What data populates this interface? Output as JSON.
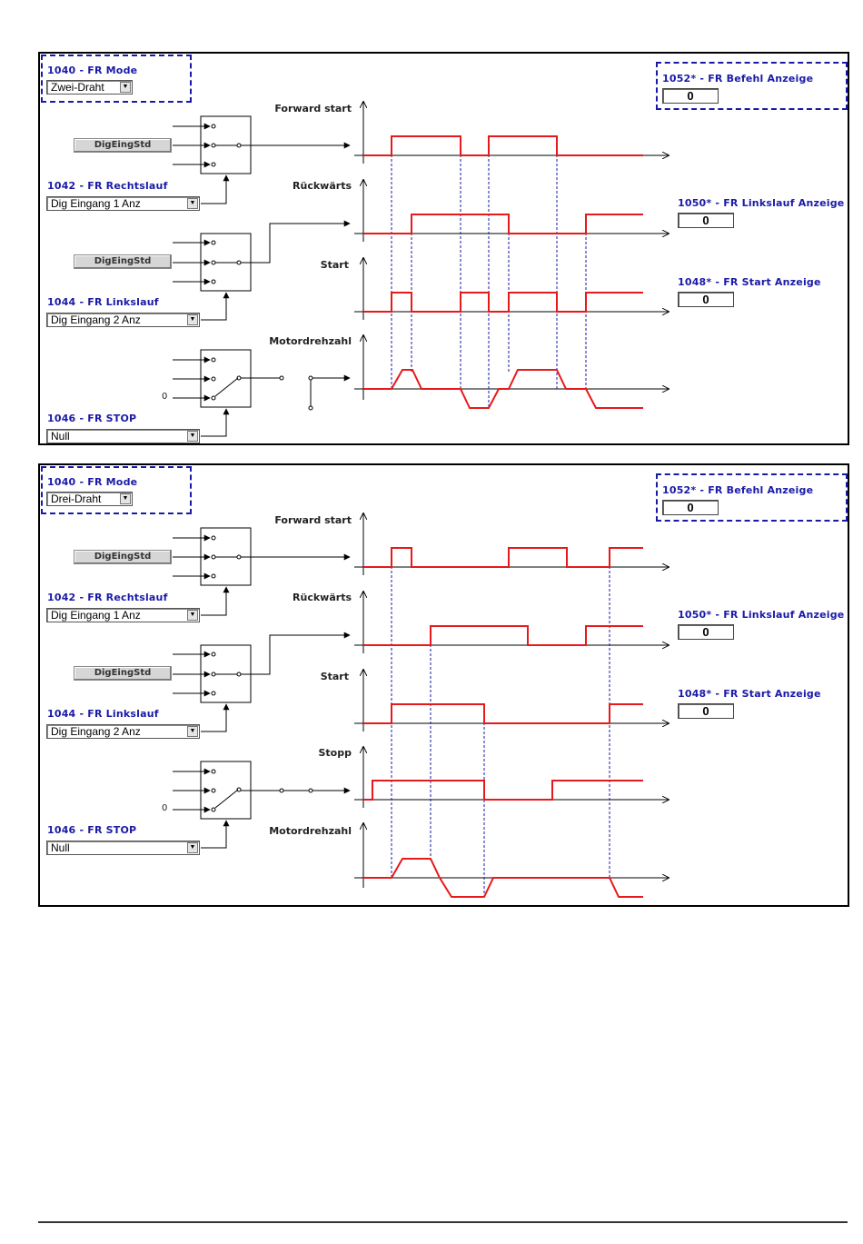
{
  "colors": {
    "signal": "#e8191a",
    "marker": "#1a1aa8",
    "frame": "#000000"
  },
  "panels": [
    {
      "mode": {
        "id": "1040",
        "label": "- FR Mode",
        "value": "Zwei-Draht"
      },
      "command_display": {
        "id": "1052*",
        "label": "- FR Befehl Anzeige",
        "value": "0"
      },
      "right_input": {
        "id": "1042",
        "label": "- FR Rechtslauf",
        "value": "Dig Eingang 1 Anz"
      },
      "left_input": {
        "id": "1044",
        "label": "- FR Linkslauf",
        "value": "Dig Eingang 2 Anz"
      },
      "stop_input": {
        "id": "1046",
        "label": "- FR STOP",
        "value": "Null"
      },
      "button1": "DigEingStd",
      "button2": "DigEingStd",
      "zero_input": "0",
      "left_display": {
        "id": "1050*",
        "label": "- FR Linkslauf Anzeige",
        "value": "0"
      },
      "start_display": {
        "id": "1048*",
        "label": "- FR Start Anzeige",
        "value": "0"
      },
      "signals": [
        "Forward start",
        "Rückwärts",
        "Start",
        "Motordrehzahl"
      ]
    },
    {
      "mode": {
        "id": "1040",
        "label": "- FR Mode",
        "value": "Drei-Draht"
      },
      "command_display": {
        "id": "1052*",
        "label": "- FR Befehl Anzeige",
        "value": "0"
      },
      "right_input": {
        "id": "1042",
        "label": "- FR Rechtslauf",
        "value": "Dig Eingang 1 Anz"
      },
      "left_input": {
        "id": "1044",
        "label": "- FR Linkslauf",
        "value": "Dig Eingang 2 Anz"
      },
      "stop_input": {
        "id": "1046",
        "label": "- FR STOP",
        "value": "Null"
      },
      "button1": "DigEingStd",
      "button2": "DigEingStd",
      "zero_input": "0",
      "left_display": {
        "id": "1050*",
        "label": "- FR Linkslauf Anzeige",
        "value": "0"
      },
      "start_display": {
        "id": "1048*",
        "label": "- FR Start Anzeige",
        "value": "0"
      },
      "signals": [
        "Forward start",
        "Rückwärts",
        "Start",
        "Stopp",
        "Motordrehzahl"
      ]
    }
  ]
}
